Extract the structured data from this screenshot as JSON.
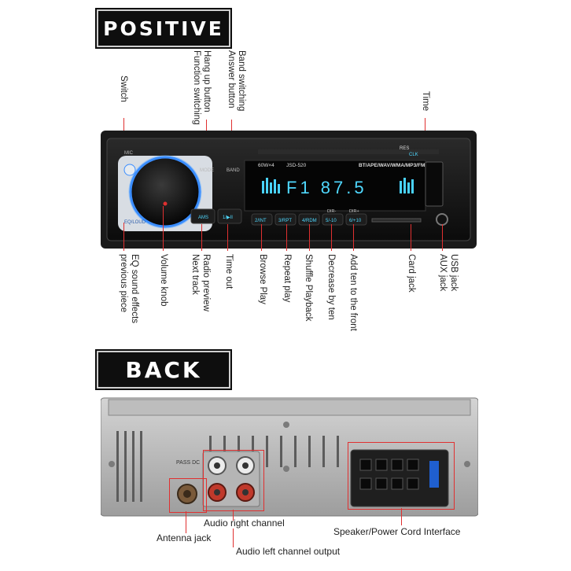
{
  "positive_title": "POSITIVE",
  "back_title": "BACK",
  "top_labels": {
    "switch": "Switch",
    "hang_up": "Hang up button",
    "function_switching": "Function switching",
    "band_switching": "Band switching",
    "answer_button": "Answer button",
    "time": "Time"
  },
  "bottom_labels": {
    "eq_sound": "EQ sound effects",
    "previous_piece": "previous piece",
    "volume_knob": "Volume knob",
    "radio_preview": "Radio preview",
    "next_track": "Next track",
    "time_out": "Time out",
    "browse_play": "Browse Play",
    "repeat_play": "Repeat play",
    "shuffle_playback": "Shuffle Playback",
    "decrease_by_ten": "Decrease by ten",
    "add_ten": "Add ten to the front",
    "card_jack": "Card jack",
    "usb_jack": "USB jack",
    "aux_jack": "AUX jack"
  },
  "device": {
    "mic": "MIC",
    "res": "RES",
    "clk": "CLK",
    "mode": "MODE",
    "band": "BAND",
    "power_spec": "60W×4",
    "model": "JSD-520",
    "formats": "BT/APE/WAV/WMA/MP3/FM",
    "display": "F1 87.5",
    "eq_loud": "EQ/LOUD",
    "ams": "AMS",
    "pause_btn": "1/▶II",
    "btn2": "2/INT",
    "btn3": "3/RPT",
    "btn4": "4/RDM",
    "btn5": "5/-10",
    "btn6": "6/+10",
    "dir_minus": "DIR-",
    "dir_plus": "DIR+"
  },
  "back_labels": {
    "pass_dc": "PASS DC",
    "audio_right": "Audio right channel",
    "antenna": "Antenna jack",
    "audio_left": "Audio left channel output",
    "speaker": "Speaker/Power Cord Interface"
  },
  "colors": {
    "accent_line": "#e03030",
    "display_cyan": "#4fd8ff",
    "knob_blue": "#3a8dff"
  }
}
